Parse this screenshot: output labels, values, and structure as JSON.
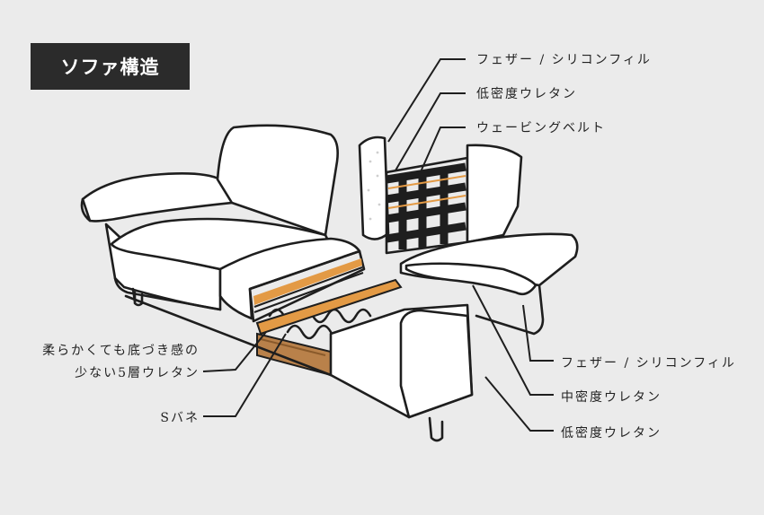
{
  "title": "ソファ構造",
  "labels": {
    "back_feather": "フェザー / シリコンフィル",
    "back_low_density": "低密度ウレタン",
    "webbing_belt": "ウェービングベルト",
    "seat_layers_line1": "柔らかくても底づき感の",
    "seat_layers_line2": "少ない5層ウレタン",
    "s_spring": "Sバネ",
    "arm_feather": "フェザー / シリコンフィル",
    "arm_mid_density": "中密度ウレタン",
    "arm_low_density": "低密度ウレタン"
  },
  "colors": {
    "background": "#ebebeb",
    "title_box": "#2b2b2b",
    "line": "#1e1e1e",
    "wood": "#b9814a",
    "wood_dark": "#8a5a2b",
    "orange_layer": "#e39a45",
    "webbing": "#1e1e1e"
  }
}
